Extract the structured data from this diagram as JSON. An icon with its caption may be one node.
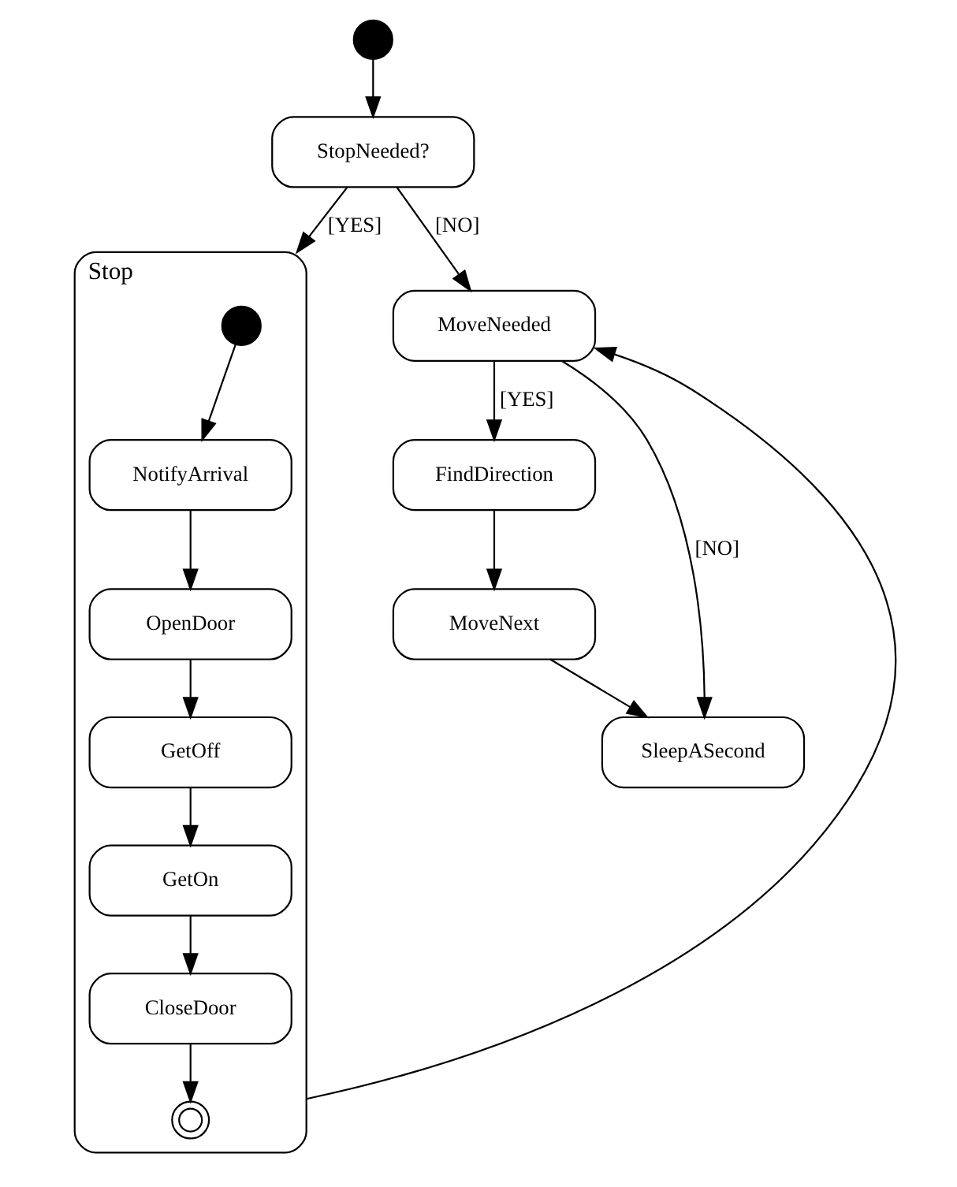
{
  "diagram": {
    "nodes": [
      {
        "text": [],
        "shape": "circle"
      },
      {
        "text": [
          "StopNeeded?"
        ]
      },
      {
        "text": [
          "MoveNeeded"
        ]
      },
      {
        "text": [
          "FindDirection"
        ]
      },
      {
        "text": [
          "MoveNext"
        ]
      },
      {
        "text": [
          "SleepASecond"
        ]
      },
      {
        "text": [
          "Stop"
        ]
      },
      {
        "text": [],
        "shape": "circle",
        "in": 6
      },
      {
        "text": [
          "NotifyArrival"
        ],
        "in": 6
      },
      {
        "text": [
          "OpenDoor"
        ],
        "in": 6
      },
      {
        "text": [
          "GetOff"
        ],
        "in": 6
      },
      {
        "text": [
          "GetOn"
        ],
        "in": 6
      },
      {
        "text": [
          "CloseDoor"
        ],
        "in": 6
      },
      {
        "text": [],
        "shape": "circle",
        "in": 6
      }
    ],
    "edges": [
      {
        "from": 0,
        "to": 1,
        "arrow": "to"
      },
      {
        "from": 1,
        "to": 6,
        "arrow": "to",
        "label": "[YES]"
      },
      {
        "from": 1,
        "to": 2,
        "arrow": "to",
        "label": "[NO]"
      },
      {
        "from": 6,
        "to": 2,
        "arrow": "to"
      },
      {
        "from": 2,
        "to": 3,
        "arrow": "to",
        "label": "[YES]"
      },
      {
        "from": 2,
        "to": 5,
        "arrow": "to",
        "label": "[NO]"
      },
      {
        "from": 3,
        "to": 4,
        "arrow": "to"
      },
      {
        "from": 4,
        "to": 5,
        "arrow": "to"
      },
      {
        "from": 7,
        "to": 8,
        "arrow": "to"
      },
      {
        "from": 8,
        "to": 9,
        "arrow": "to"
      },
      {
        "from": 9,
        "to": 10,
        "arrow": "to"
      },
      {
        "from": 10,
        "to": 11,
        "arrow": "to"
      },
      {
        "from": 11,
        "to": 12,
        "arrow": "to"
      },
      {
        "from": 12,
        "to": 13,
        "arrow": "to"
      }
    ]
  }
}
